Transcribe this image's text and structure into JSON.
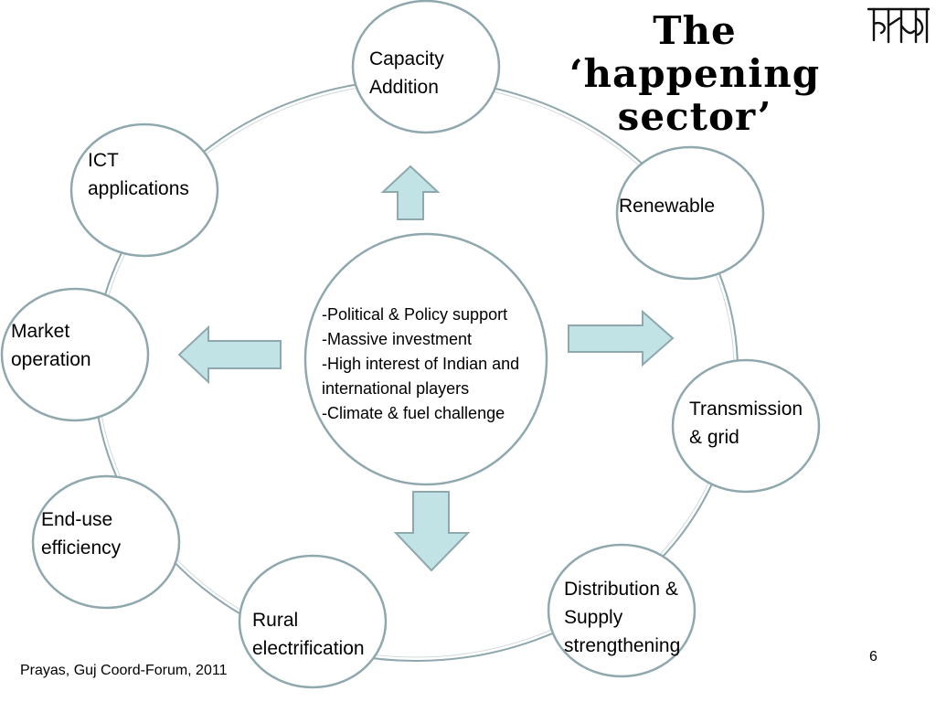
{
  "title": "The\n‘happening\nsector’",
  "center_text": "-Political & Policy support\n-Massive investment\n-High interest of Indian and\ninternational players\n-Climate & fuel challenge",
  "nodes": {
    "capacity_addition": "Capacity\nAddition",
    "renewable": "Renewable",
    "transmission_grid": "Transmission\n& grid",
    "distribution_supply": "Distribution &\nSupply\nstrengthening",
    "rural_electrification": "Rural\nelectrification",
    "end_use_efficiency": "End-use\nefficiency",
    "market_operation": "Market\noperation",
    "ict_applications": "ICT\napplications"
  },
  "footer": {
    "source": "Prayas, Guj Coord-Forum, 2011",
    "page_number": "6"
  },
  "logo_text": "प्रयास",
  "colors": {
    "circle_stroke": "#8fa8ad",
    "arrow_fill": "#c2e3e6",
    "arrow_stroke": "#8fa8ad"
  }
}
